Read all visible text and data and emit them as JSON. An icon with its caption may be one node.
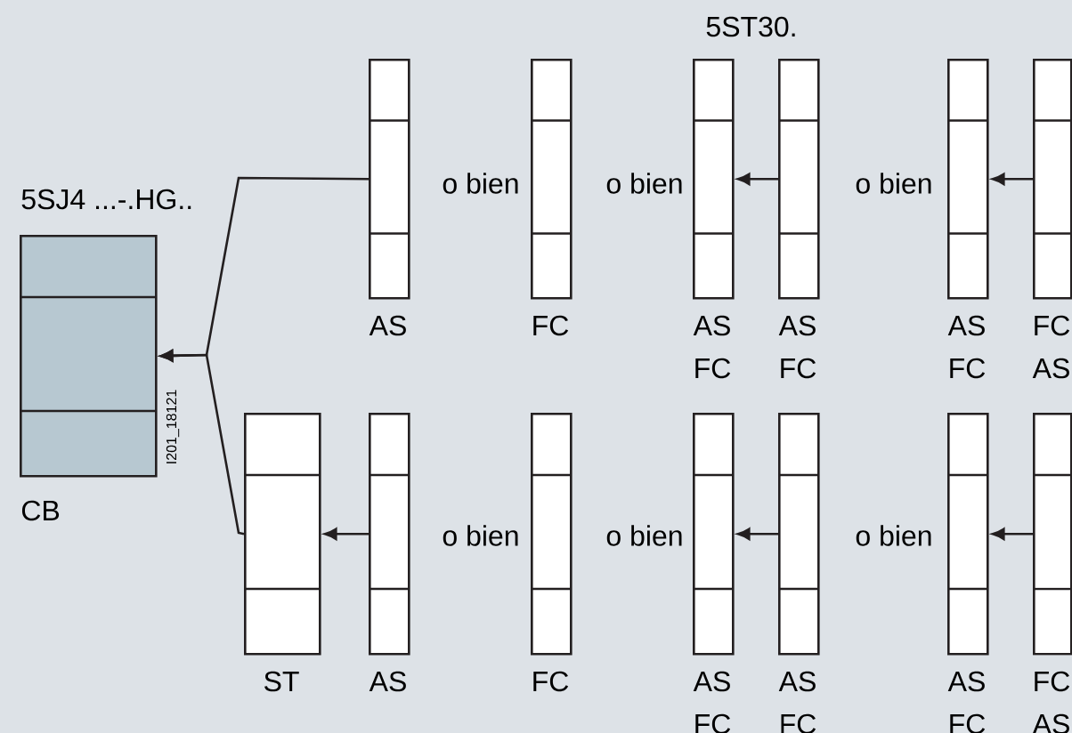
{
  "diagram": {
    "nodes": [
      {
        "text": [],
        "shape": "box",
        "beside": [
          "5SJ4 ...-.HG..",
          "CB"
        ]
      },
      {
        "text": [],
        "shape": "box",
        "beside": [
          "AS"
        ]
      },
      {
        "text": [],
        "shape": "box",
        "beside": [
          "FC"
        ]
      },
      {
        "text": [],
        "shape": "box",
        "beside": [
          "AS",
          "FC"
        ]
      },
      {
        "text": [],
        "shape": "box",
        "beside": [
          "AS",
          "FC"
        ]
      },
      {
        "text": [],
        "shape": "box",
        "beside": [
          "AS",
          "FC"
        ]
      },
      {
        "text": [],
        "shape": "box",
        "beside": [
          "FC",
          "AS"
        ]
      },
      {
        "text": [],
        "shape": "box",
        "beside": [
          "ST"
        ]
      },
      {
        "text": [],
        "shape": "box",
        "beside": [
          "AS"
        ]
      },
      {
        "text": [],
        "shape": "box",
        "beside": [
          "FC"
        ]
      },
      {
        "text": [],
        "shape": "box",
        "beside": [
          "AS",
          "FC"
        ]
      },
      {
        "text": [],
        "shape": "box",
        "beside": [
          "AS",
          "FC"
        ]
      },
      {
        "text": [],
        "shape": "box",
        "beside": [
          "AS",
          "FC"
        ]
      },
      {
        "text": [],
        "shape": "box",
        "beside": [
          "FC",
          "AS"
        ]
      }
    ],
    "edges": [
      {
        "from": 1,
        "to": 0,
        "arrow": "to"
      },
      {
        "from": 7,
        "to": 0,
        "arrow": "to"
      },
      {
        "from": 4,
        "to": 3,
        "arrow": "to"
      },
      {
        "from": 6,
        "to": 5,
        "arrow": "to"
      },
      {
        "from": 8,
        "to": 7,
        "arrow": "to"
      },
      {
        "from": 11,
        "to": 10,
        "arrow": "to"
      },
      {
        "from": 13,
        "to": 12,
        "arrow": "to"
      }
    ],
    "labels": [
      "5ST30.",
      "o bien",
      "o bien",
      "o bien",
      "I201_18121",
      "o bien",
      "o bien",
      "o bien"
    ]
  }
}
